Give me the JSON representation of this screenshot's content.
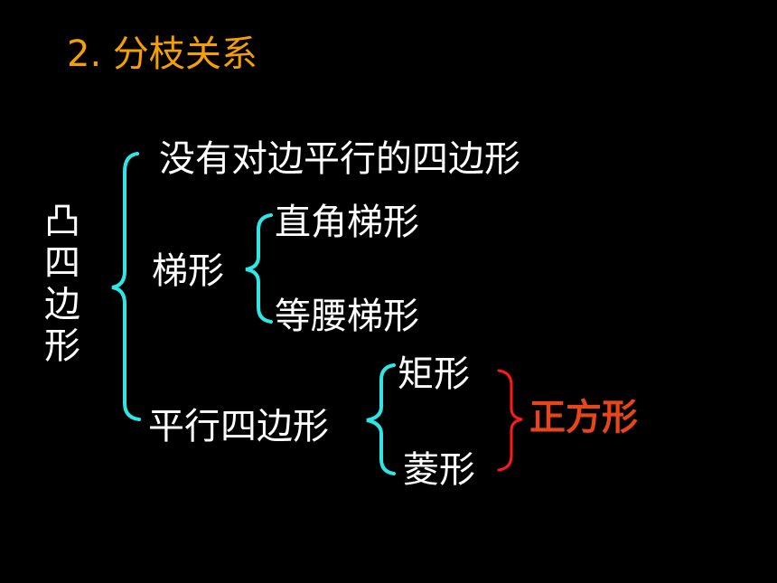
{
  "title": "2. 分枝关系",
  "root": {
    "chars": [
      "凸",
      "四",
      "边",
      "形"
    ]
  },
  "branches": {
    "no_parallel": "没有对边平行的四边形",
    "trapezoid": "梯形",
    "right_trapezoid": "直角梯形",
    "isosceles_trapezoid": "等腰梯形",
    "parallelogram": "平行四边形",
    "rectangle": "矩形",
    "rhombus": "菱形",
    "square": "正方形"
  },
  "colors": {
    "background": "#000000",
    "title": "#f5a000",
    "text": "#ffffff",
    "brace_main": "#2ee6e6",
    "brace_result": "#ff1a1a",
    "square_text": "#e8461a"
  }
}
